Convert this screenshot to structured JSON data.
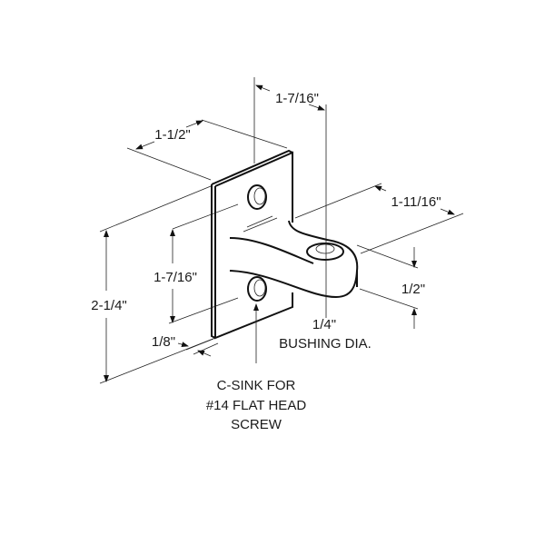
{
  "dimensions": {
    "arm_offset": "1-7/16\"",
    "plate_width": "1-1/2\"",
    "arm_length": "1-11/16\"",
    "hole_spacing": "1-7/16\"",
    "plate_height": "2-1/4\"",
    "plate_thickness": "1/8\"",
    "arm_height": "1/2\"",
    "bushing_size": "1/4\""
  },
  "labels": {
    "bushing": "BUSHING DIA.",
    "csink_line1": "C-SINK FOR",
    "csink_line2": "#14 FLAT HEAD",
    "csink_line3": "SCREW"
  }
}
